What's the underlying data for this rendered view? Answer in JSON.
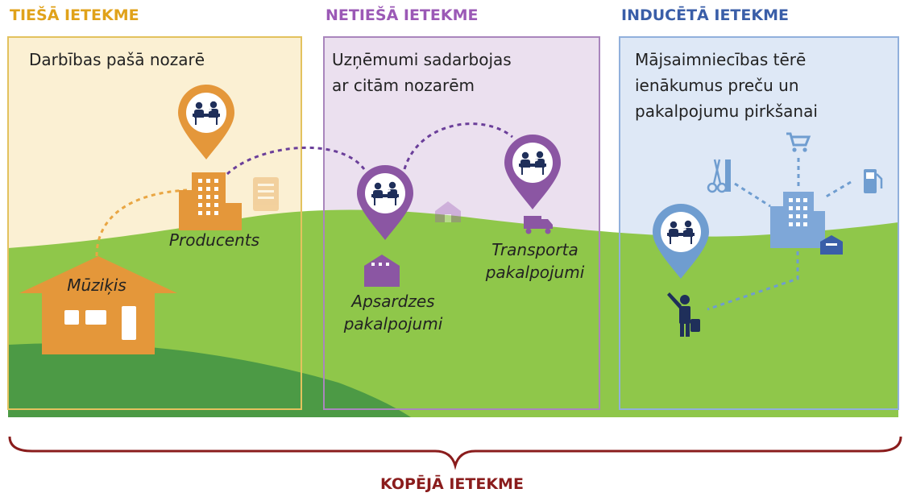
{
  "colors": {
    "direct": "#e0a21a",
    "indirect": "#9b59b6",
    "induced": "#3a5ea8",
    "total": "#8a1c1c",
    "grass_light": "#8fc74a",
    "grass_dark": "#4c9a45",
    "house": "#e4973a",
    "purple_pin": "#8b56a3",
    "blue_pin": "#6f9dd0",
    "people": "#1f2f5a"
  },
  "sections": [
    {
      "heading": "TIEŠĀ IETEKME",
      "description": [
        "Darbības pašā nozarē"
      ]
    },
    {
      "heading": "NETIEŠĀ IETEKME",
      "description": [
        "Uzņēmumi sadarbojas",
        "ar citām nozarēm"
      ]
    },
    {
      "heading": "INDUCĒTĀ IETEKME",
      "description": [
        "Mājsaimniecības tērē",
        "ienākumus preču un",
        "pakalpojumu pirkšanai"
      ]
    }
  ],
  "labels": {
    "musician": "Mūziķis",
    "producer": "Producents",
    "security": [
      "Apsardzes",
      "pakalpojumi"
    ],
    "transport": [
      "Transporta",
      "pakalpojumi"
    ]
  },
  "total_label": "KOPĒJĀ IETEKME",
  "icons": [
    "house-icon",
    "office-building-icon",
    "meeting-pin-icon",
    "shopping-cart-icon",
    "scissors-comb-icon",
    "fuel-pump-icon",
    "delivery-truck-icon",
    "warehouse-icon",
    "school-icon",
    "traveller-icon"
  ]
}
